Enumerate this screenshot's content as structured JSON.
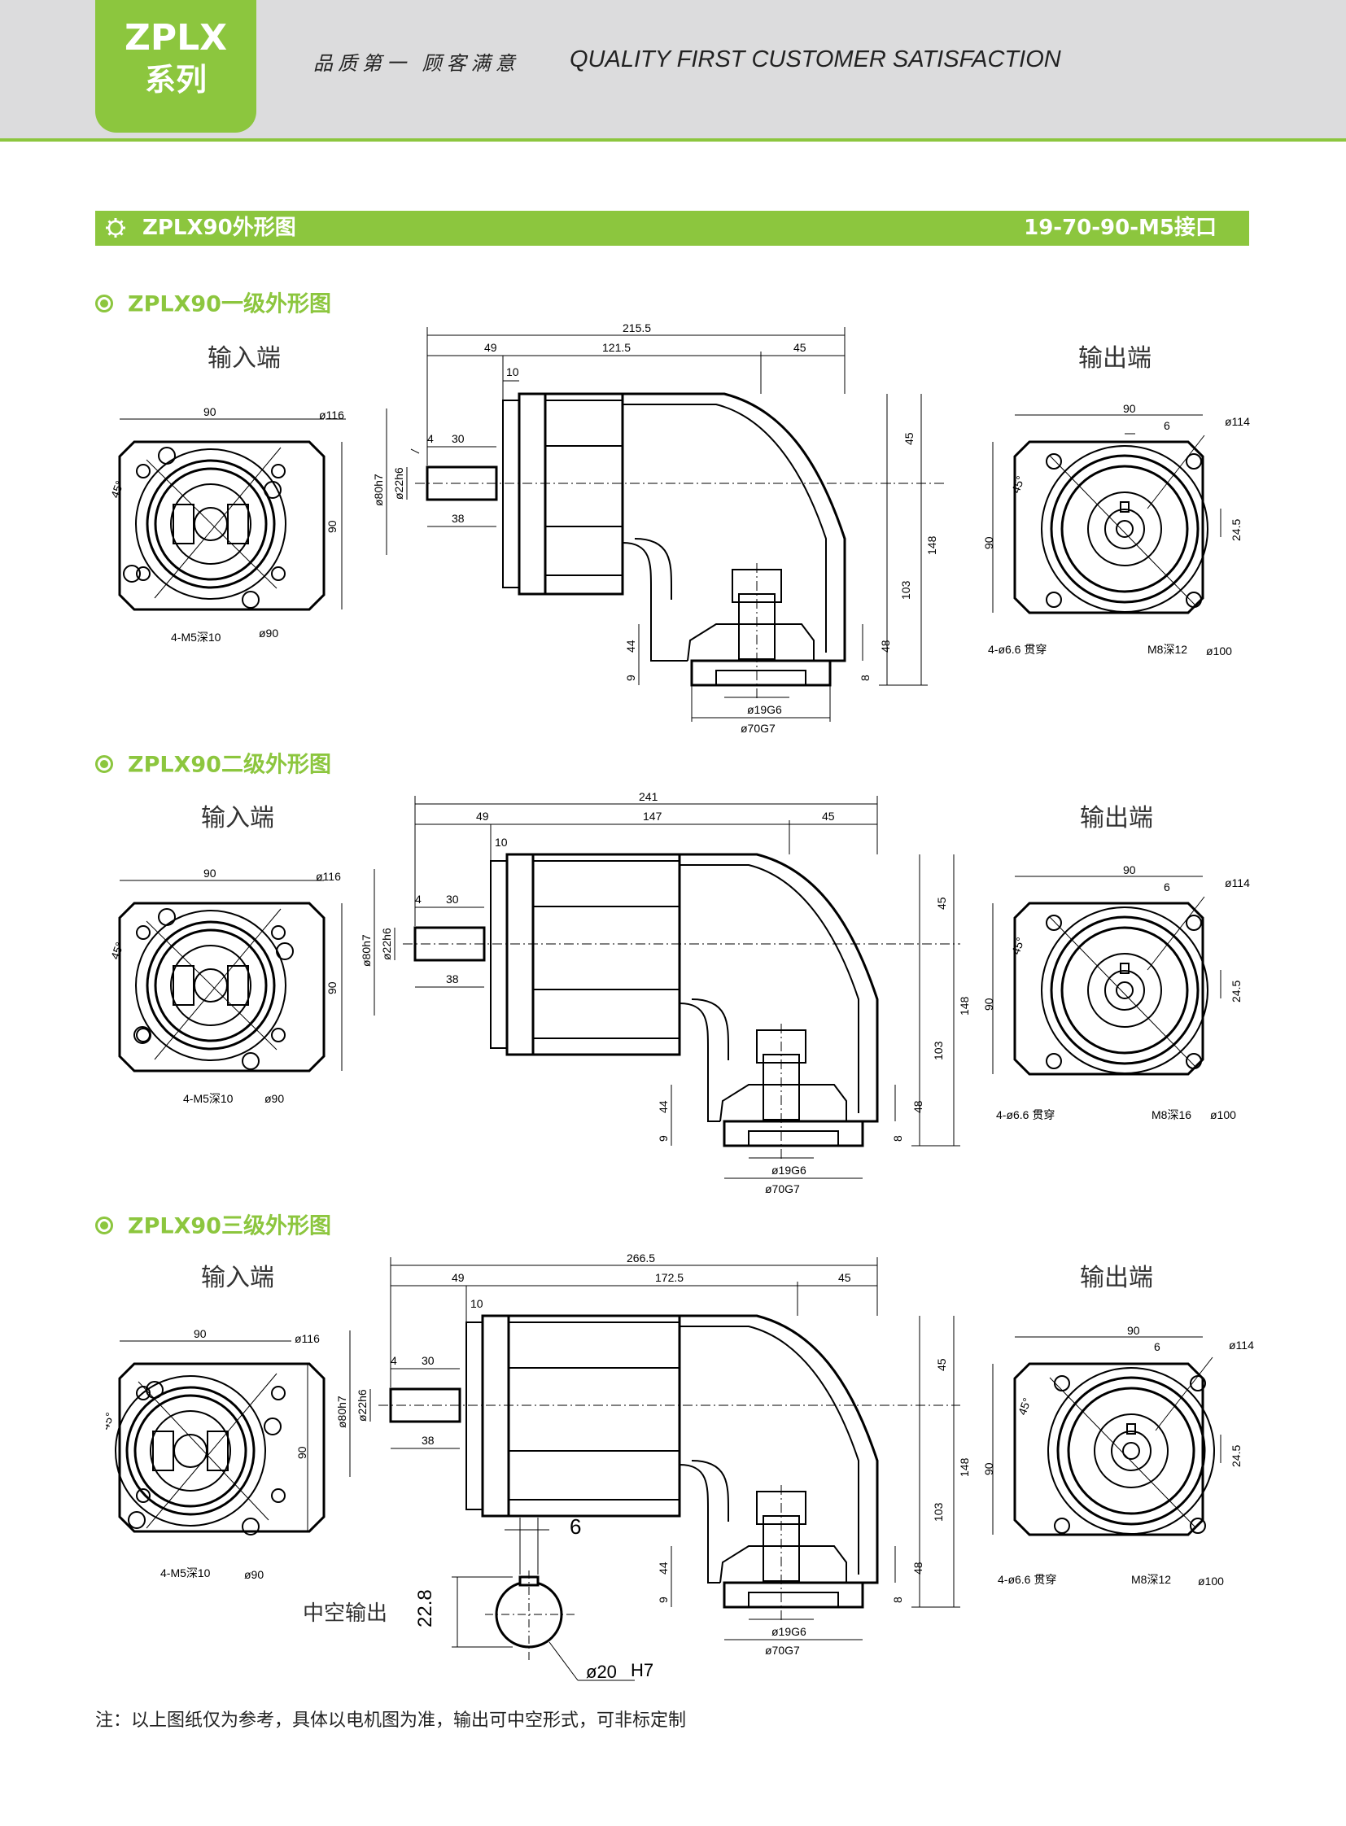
{
  "header": {
    "logo_line1": "ZPLX",
    "logo_line2": "系列",
    "slogan_cn": "品质第一 顾客满意",
    "slogan_en": "QUALITY FIRST  CUSTOMER SATISFACTION"
  },
  "title_bar": {
    "title": "ZPLX90外形图",
    "interface": "19-70-90-M5接口"
  },
  "sections": [
    {
      "title": "ZPLX90一级外形图",
      "input_label": "输入端",
      "output_label": "输出端"
    },
    {
      "title": "ZPLX90二级外形图",
      "input_label": "输入端",
      "output_label": "输出端"
    },
    {
      "title": "ZPLX90三级外形图",
      "input_label": "输入端",
      "output_label": "输出端"
    }
  ],
  "hollow_output_label": "中空输出",
  "note": "注：以上图纸仅为参考，具体以电机图为准，输出可中空形式，可非标定制",
  "colors": {
    "accent": "#8cc63e",
    "header_bg": "#dcdcdd"
  }
}
